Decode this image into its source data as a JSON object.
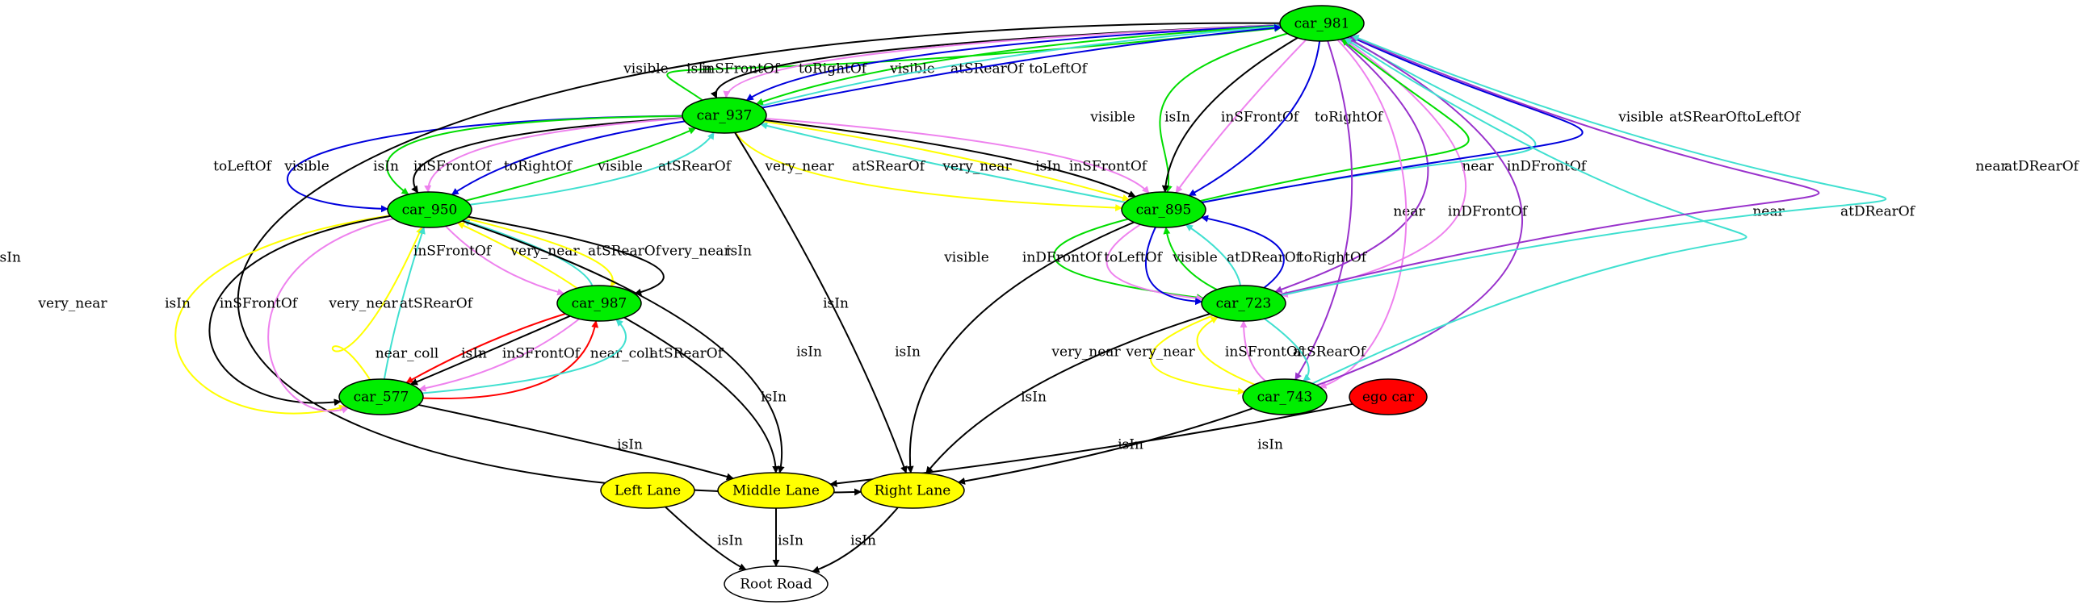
{
  "nodes": [
    {
      "id": "car_981",
      "label": "car_981",
      "fill": "#00ee00"
    },
    {
      "id": "car_937",
      "label": "car_937",
      "fill": "#00ee00"
    },
    {
      "id": "car_950",
      "label": "car_950",
      "fill": "#00ee00"
    },
    {
      "id": "car_895",
      "label": "car_895",
      "fill": "#00ee00"
    },
    {
      "id": "car_987",
      "label": "car_987",
      "fill": "#00ee00"
    },
    {
      "id": "car_723",
      "label": "car_723",
      "fill": "#00ee00"
    },
    {
      "id": "car_577",
      "label": "car_577",
      "fill": "#00ee00"
    },
    {
      "id": "car_743",
      "label": "car_743",
      "fill": "#00ee00"
    },
    {
      "id": "ego_car",
      "label": "ego car",
      "fill": "#ff0000"
    },
    {
      "id": "left_lane",
      "label": "Left Lane",
      "fill": "#ffff00"
    },
    {
      "id": "middle_lane",
      "label": "Middle Lane",
      "fill": "#ffff00"
    },
    {
      "id": "right_lane",
      "label": "Right Lane",
      "fill": "#ffff00"
    },
    {
      "id": "root_road",
      "label": "Root Road",
      "fill": "#ffffff"
    }
  ],
  "edges": [
    {
      "from": "car_937",
      "to": "car_981",
      "label": "visible",
      "color": "#00dd00"
    },
    {
      "from": "car_981",
      "to": "car_937",
      "label": "isIn",
      "color": "#000000"
    },
    {
      "from": "car_981",
      "to": "car_937",
      "label": "inSFrontOf",
      "color": "#ee82ee"
    },
    {
      "from": "car_981",
      "to": "car_937",
      "label": "toRightOf",
      "color": "#0000dd"
    },
    {
      "from": "car_981",
      "to": "car_937",
      "label": "visible",
      "color": "#00dd00"
    },
    {
      "from": "car_937",
      "to": "car_981",
      "label": "atSRearOf",
      "color": "#40e0d0"
    },
    {
      "from": "car_937",
      "to": "car_981",
      "label": "toLeftOf",
      "color": "#0000dd"
    },
    {
      "from": "car_937",
      "to": "car_950",
      "label": "toLeftOf",
      "color": "#0000dd"
    },
    {
      "from": "car_937",
      "to": "car_950",
      "label": "visible",
      "color": "#00dd00"
    },
    {
      "from": "car_937",
      "to": "car_950",
      "label": "isIn",
      "color": "#000000"
    },
    {
      "from": "car_937",
      "to": "car_950",
      "label": "inSFrontOf",
      "color": "#ee82ee"
    },
    {
      "from": "car_937",
      "to": "car_950",
      "label": "toRightOf",
      "color": "#0000dd"
    },
    {
      "from": "car_950",
      "to": "car_937",
      "label": "visible",
      "color": "#00dd00"
    },
    {
      "from": "car_950",
      "to": "car_937",
      "label": "atSRearOf",
      "color": "#40e0d0"
    },
    {
      "from": "car_937",
      "to": "car_895",
      "label": "very_near",
      "color": "#ffff00"
    },
    {
      "from": "car_895",
      "to": "car_937",
      "label": "atSRearOf",
      "color": "#40e0d0"
    },
    {
      "from": "car_937",
      "to": "car_895",
      "label": "very_near",
      "color": "#ffff00"
    },
    {
      "from": "car_937",
      "to": "car_895",
      "label": "isIn",
      "color": "#000000"
    },
    {
      "from": "car_937",
      "to": "car_895",
      "label": "inSFrontOf",
      "color": "#ee82ee"
    },
    {
      "from": "car_937",
      "to": "right_lane",
      "label": "isIn",
      "color": "#000000"
    },
    {
      "from": "car_981",
      "to": "car_895",
      "label": "visible",
      "color": "#00dd00"
    },
    {
      "from": "car_981",
      "to": "car_895",
      "label": "isIn",
      "color": "#000000"
    },
    {
      "from": "car_981",
      "to": "car_895",
      "label": "inSFrontOf",
      "color": "#ee82ee"
    },
    {
      "from": "car_981",
      "to": "car_895",
      "label": "toRightOf",
      "color": "#0000dd"
    },
    {
      "from": "car_981",
      "to": "car_723",
      "label": "near",
      "color": "#9932cc"
    },
    {
      "from": "car_981",
      "to": "car_723",
      "label": "inDFrontOf",
      "color": "#ee82ee"
    },
    {
      "from": "car_895",
      "to": "car_981",
      "label": "visible",
      "color": "#00dd00"
    },
    {
      "from": "car_895",
      "to": "car_981",
      "label": "atSRearOf",
      "color": "#40e0d0"
    },
    {
      "from": "car_895",
      "to": "car_981",
      "label": "toLeftOf",
      "color": "#0000dd"
    },
    {
      "from": "car_981",
      "to": "car_743",
      "label": "near",
      "color": "#9932cc"
    },
    {
      "from": "car_981",
      "to": "car_743",
      "label": "inDFrontOf",
      "color": "#ee82ee"
    },
    {
      "from": "car_743",
      "to": "car_981",
      "label": "near",
      "color": "#9932cc"
    },
    {
      "from": "car_743",
      "to": "car_981",
      "label": "atDRearOf",
      "color": "#40e0d0"
    },
    {
      "from": "car_723",
      "to": "car_981",
      "label": "near",
      "color": "#9932cc"
    },
    {
      "from": "car_723",
      "to": "car_981",
      "label": "atDRearOf",
      "color": "#40e0d0"
    },
    {
      "from": "car_981",
      "to": "right_lane",
      "label": "isIn",
      "color": "#000000"
    },
    {
      "from": "car_950",
      "to": "car_577",
      "label": "very_near",
      "color": "#ffff00"
    },
    {
      "from": "car_950",
      "to": "car_577",
      "label": "isIn",
      "color": "#000000"
    },
    {
      "from": "car_950",
      "to": "car_577",
      "label": "inSFrontOf",
      "color": "#ee82ee"
    },
    {
      "from": "car_577",
      "to": "car_950",
      "label": "very_near",
      "color": "#ffff00"
    },
    {
      "from": "car_577",
      "to": "car_950",
      "label": "atSRearOf",
      "color": "#40e0d0"
    },
    {
      "from": "car_950",
      "to": "car_987",
      "label": "inSFrontOf",
      "color": "#ee82ee"
    },
    {
      "from": "car_987",
      "to": "car_950",
      "label": "very_near",
      "color": "#ffff00"
    },
    {
      "from": "car_987",
      "to": "car_950",
      "label": "atSRearOf",
      "color": "#40e0d0"
    },
    {
      "from": "car_950",
      "to": "car_987",
      "label": "very_near",
      "color": "#ffff00"
    },
    {
      "from": "car_950",
      "to": "car_987",
      "label": "isIn",
      "color": "#000000"
    },
    {
      "from": "car_950",
      "to": "middle_lane",
      "label": "isIn",
      "color": "#000000"
    },
    {
      "from": "car_987",
      "to": "car_577",
      "label": "near_coll",
      "color": "#ff0000"
    },
    {
      "from": "car_987",
      "to": "car_577",
      "label": "isIn",
      "color": "#000000"
    },
    {
      "from": "car_987",
      "to": "car_577",
      "label": "inSFrontOf",
      "color": "#ee82ee"
    },
    {
      "from": "car_577",
      "to": "car_987",
      "label": "near_coll",
      "color": "#ff0000"
    },
    {
      "from": "car_577",
      "to": "car_987",
      "label": "atSRearOf",
      "color": "#40e0d0"
    },
    {
      "from": "car_987",
      "to": "middle_lane",
      "label": "isIn",
      "color": "#000000"
    },
    {
      "from": "car_577",
      "to": "middle_lane",
      "label": "isIn",
      "color": "#000000"
    },
    {
      "from": "car_895",
      "to": "car_723",
      "label": "visible",
      "color": "#00dd00"
    },
    {
      "from": "car_895",
      "to": "car_723",
      "label": "inDFrontOf",
      "color": "#ee82ee"
    },
    {
      "from": "car_895",
      "to": "car_723",
      "label": "toLeftOf",
      "color": "#0000dd"
    },
    {
      "from": "car_723",
      "to": "car_895",
      "label": "visible",
      "color": "#00dd00"
    },
    {
      "from": "car_723",
      "to": "car_895",
      "label": "atDRearOf",
      "color": "#40e0d0"
    },
    {
      "from": "car_723",
      "to": "car_895",
      "label": "toRightOf",
      "color": "#0000dd"
    },
    {
      "from": "car_895",
      "to": "right_lane",
      "label": "isIn",
      "color": "#000000"
    },
    {
      "from": "car_723",
      "to": "car_743",
      "label": "very_near",
      "color": "#ffff00"
    },
    {
      "from": "car_743",
      "to": "car_723",
      "label": "very_near",
      "color": "#ffff00"
    },
    {
      "from": "car_743",
      "to": "car_723",
      "label": "inSFrontOf",
      "color": "#ee82ee"
    },
    {
      "from": "car_723",
      "to": "car_743",
      "label": "atSRearOf",
      "color": "#40e0d0"
    },
    {
      "from": "car_723",
      "to": "right_lane",
      "label": "isIn",
      "color": "#000000"
    },
    {
      "from": "car_743",
      "to": "right_lane",
      "label": "isIn",
      "color": "#000000"
    },
    {
      "from": "ego_car",
      "to": "middle_lane",
      "label": "isIn",
      "color": "#000000"
    },
    {
      "from": "left_lane",
      "to": "root_road",
      "label": "isIn",
      "color": "#000000"
    },
    {
      "from": "middle_lane",
      "to": "root_road",
      "label": "isIn",
      "color": "#000000"
    },
    {
      "from": "right_lane",
      "to": "root_road",
      "label": "isIn",
      "color": "#000000"
    }
  ]
}
